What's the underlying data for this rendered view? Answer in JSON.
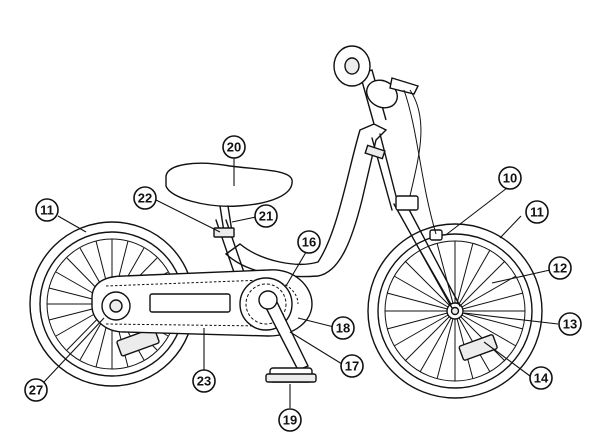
{
  "labels": {
    "front_tire": "11",
    "rear_tire": "11",
    "brake": "10",
    "spoke": "12",
    "axle": "13",
    "reflector": "14",
    "sprocket": "16",
    "crank": "17",
    "chain_guard": "18",
    "pedal": "19",
    "saddle": "20",
    "seat_clamp": "21",
    "seat_post": "22",
    "chain": "23",
    "rear_axle": "27"
  }
}
